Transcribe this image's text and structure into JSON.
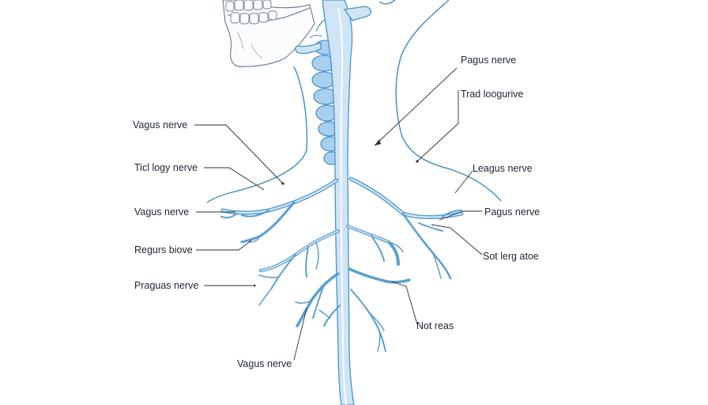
{
  "labels": {
    "left_1": "Vagus nerve",
    "left_2": "Ticl logy nerve",
    "left_3": "Vagus nerve",
    "left_4": "Regurs biove",
    "left_5": "Praguas nerve",
    "bottom": "Vagus nerve",
    "right_1": "Pagus nerve",
    "right_2": "Trad loogurive",
    "right_3": "Leagus nerve",
    "right_4": "Pagus nerve",
    "right_5": "Sot lerg atoe",
    "right_6": "Not reas"
  },
  "colors": {
    "nerve": "#5a9fd1",
    "nerve_light": "#cfe4f5",
    "outline": "#3b8cc4",
    "text": "#1e2530"
  }
}
